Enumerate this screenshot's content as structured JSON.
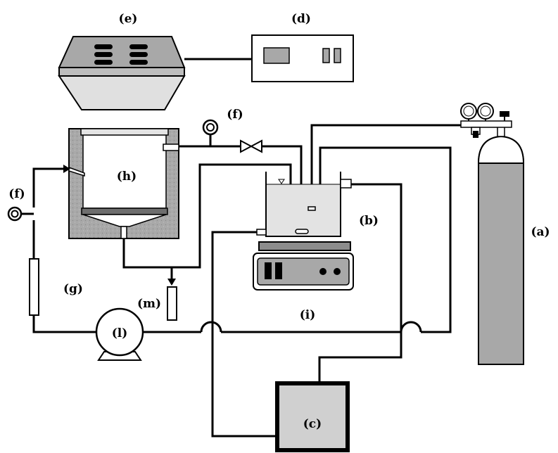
{
  "labels": {
    "a": "(a)",
    "b": "(b)",
    "c": "(c)",
    "d": "(d)",
    "e": "(e)",
    "f_top": "(f)",
    "f_left": "(f)",
    "g": "(g)",
    "h": "(h)",
    "i": "(i)",
    "l": "(l)",
    "m": "(m)"
  },
  "colors": {
    "equipment_gray": "#a8a8a8",
    "light_gray": "#d6d6d6",
    "dark_gray": "#8c8c8c",
    "line": "#000000"
  },
  "icons": [
    "gas-cylinder-icon",
    "pressure-gauge-icon",
    "valve-icon",
    "pump-icon",
    "magnetic-stirrer-icon",
    "controller-box-icon",
    "lamp-icon",
    "power-supply-icon"
  ]
}
